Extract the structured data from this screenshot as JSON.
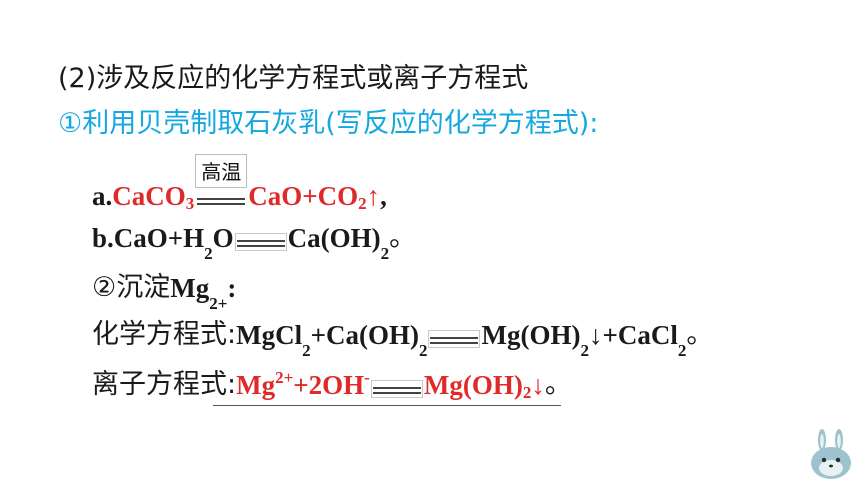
{
  "heading": "(2)涉及反应的化学方程式或离子方程式",
  "subheading": "①利用贝壳制取石灰乳(写反应的化学方程式):",
  "eq_a": {
    "prefix": "a.",
    "reactant_main": "CaCO",
    "reactant_sub": "3",
    "condition": "高温",
    "product1": "CaO+CO",
    "product1_sub": "2",
    "product_arrow": "↑",
    "end": ","
  },
  "eq_b": {
    "prefix": "b.CaO+H",
    "h_sub": "2",
    "o": "O",
    "product": "Ca(OH)",
    "product_sub": "2",
    "end": "。"
  },
  "precip": {
    "label_cn": "②沉淀 ",
    "ion": "Mg",
    "ion_sup": "2+",
    "end": ":"
  },
  "chem_eq": {
    "label": "化学方程式:",
    "r1": "MgCl",
    "r1_sub": "2",
    "r2": "+Ca(OH)",
    "r2_sub": "2",
    "p1": "Mg(OH)",
    "p1_sub": "2",
    "p1_arrow": "↓",
    "p2": "+CaCl",
    "p2_sub": "2",
    "end": "。"
  },
  "ion_eq": {
    "label": "离子方程式:",
    "r1": "Mg",
    "r1_sup": "2+",
    "r2": "+2OH",
    "r2_sup": "-",
    "p1": "Mg(OH)",
    "p1_sub": "2",
    "p1_arrow": "↓",
    "end": "。"
  },
  "colors": {
    "answer_red": "#e02a2a",
    "subheading_blue": "#13a8e0"
  },
  "mascot_icon": "rabbit-mascot-icon"
}
